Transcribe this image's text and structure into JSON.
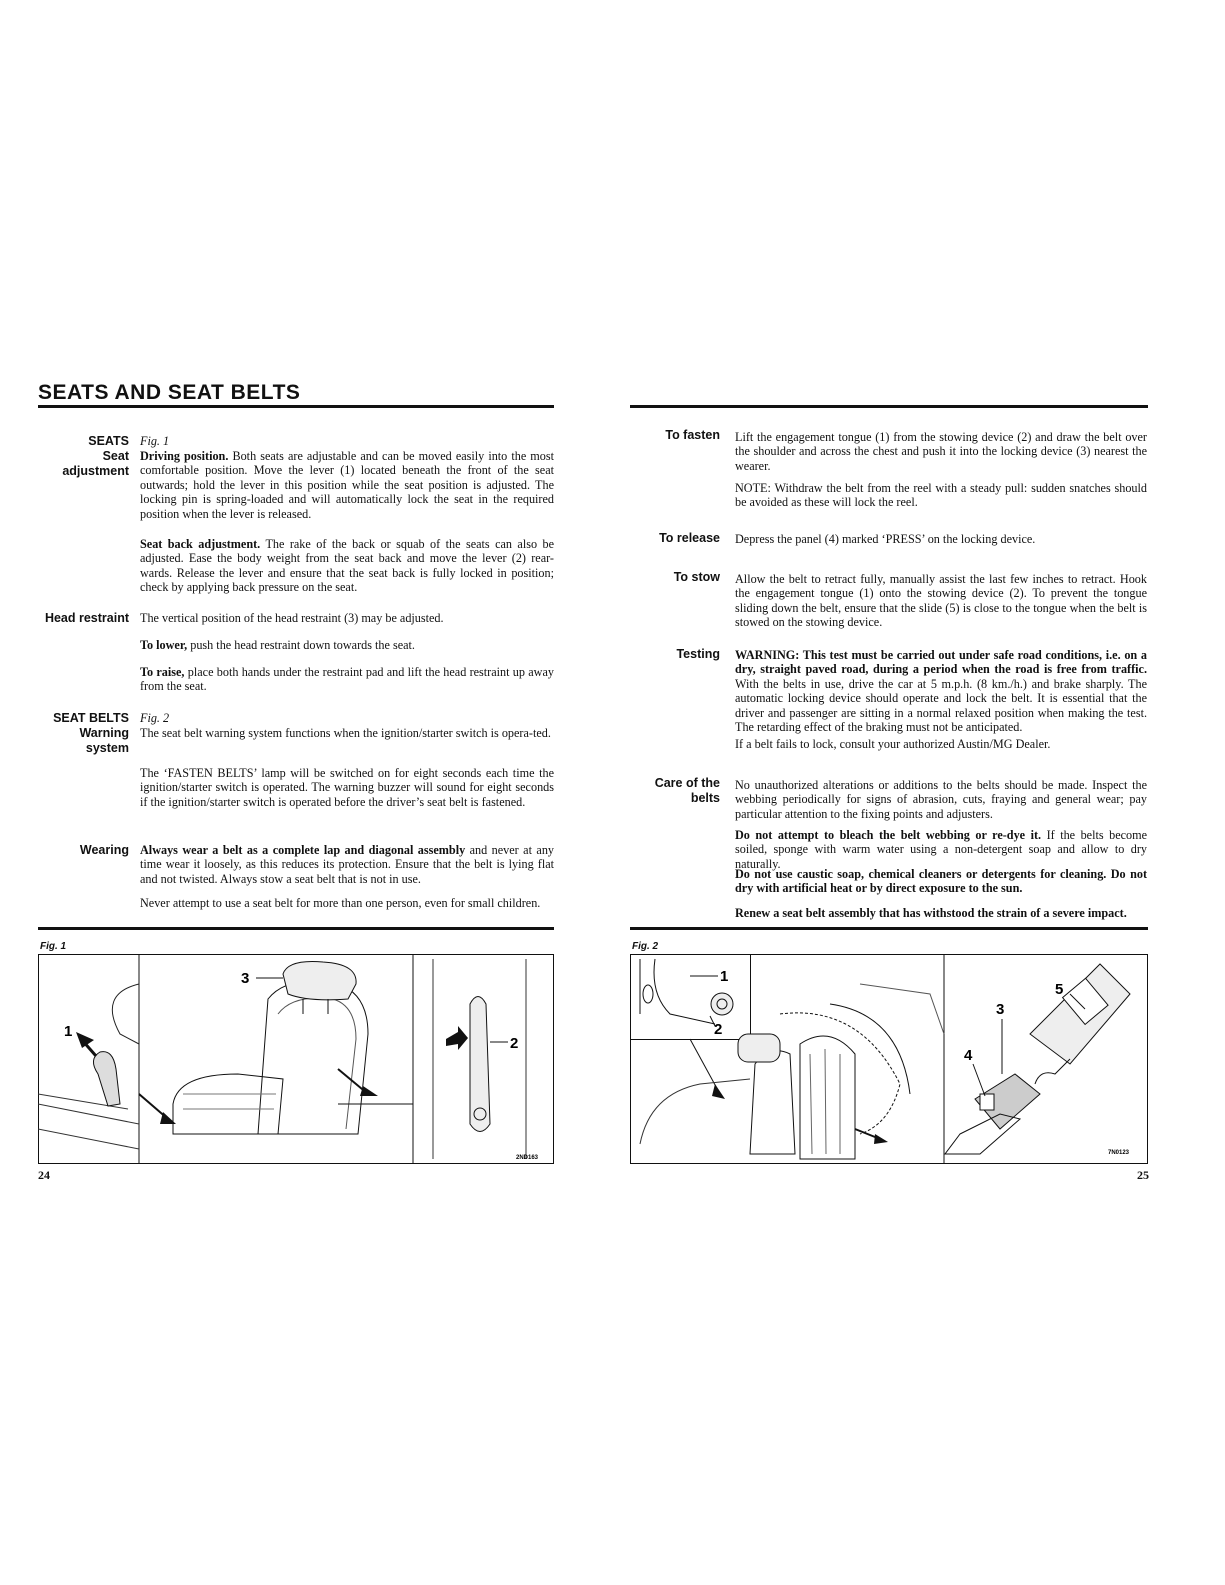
{
  "title": "SEATS AND SEAT BELTS",
  "left": {
    "seats_heading": "SEATS",
    "seats_fig": "Fig. 1",
    "seat_adjustment_side": "Seat\nadjustment",
    "driving_lead": "Driving position.",
    "driving_text": " Both seats are adjustable and can be moved easily into the most comfortable position. Move the lever (1) located beneath the front of the seat outwards; hold the lever in this position while the seat position is adjusted. The locking pin is spring-loaded and will automatically lock the seat in the required position when the lever is released.",
    "seatback_lead": "Seat back adjustment.",
    "seatback_text": " The rake of the back or squab of the seats can also be adjusted. Ease the body weight from the seat back and move the lever (2) rear-wards. Release the lever and ensure that the seat back is fully locked in position; check by applying back pressure on the seat.",
    "head_restraint_side": "Head restraint",
    "head_restraint_text": "The vertical position of the head restraint (3) may be adjusted.",
    "lower_lead": "To lower,",
    "lower_text": " push the head restraint down towards the seat.",
    "raise_lead": "To raise,",
    "raise_text": " place both hands under the restraint pad and lift the head restraint up away from the seat.",
    "belts_heading": "SEAT BELTS",
    "belts_fig": "Fig. 2",
    "warning_side": "Warning\nsystem",
    "warning_text": "The seat belt warning system functions when the ignition/starter switch is opera-ted.",
    "fasten_lamp_text": "The ‘FASTEN BELTS’ lamp will be switched on for eight seconds each time the ignition/starter switch is operated. The warning buzzer will sound for eight seconds if the ignition/starter switch is operated before the driver’s seat belt is fastened.",
    "wearing_side": "Wearing",
    "wearing_lead": "Always wear a belt as a complete lap and diagonal assembly",
    "wearing_text": " and never at any time wear it loosely, as this reduces its protection. Ensure that the belt is lying flat and not twisted. Always stow a seat belt that is not in use.",
    "never_text": "Never attempt to use a seat belt for more than one person, even for small children.",
    "figure_caption": "Fig. 1",
    "figure_labels": [
      "1",
      "2",
      "3"
    ],
    "figure_code": "2ND163",
    "page_number": "24"
  },
  "right": {
    "to_fasten_side": "To fasten",
    "to_fasten_text": "Lift the engagement tongue (1) from the stowing device (2) and draw the belt over the shoulder and across the chest and push it into the locking device (3) nearest the wearer.",
    "note_text": "NOTE: Withdraw the belt from the reel with a steady pull: sudden snatches should be avoided as these will lock the reel.",
    "to_release_side": "To release",
    "to_release_text": "Depress the panel (4) marked ‘PRESS’ on the locking device.",
    "to_stow_side": "To stow",
    "to_stow_text": "Allow the belt to retract fully, manually assist the last few inches to retract. Hook the engagement tongue (1) onto the stowing device (2). To prevent the tongue sliding down the belt, ensure that the slide (5) is close to the tongue when the belt is stowed on the stowing device.",
    "testing_side": "Testing",
    "testing_lead": "WARNING: This test must be carried out under safe road conditions, i.e. on a dry, straight paved road, during a period when the road is free from traffic.",
    "testing_text": " With the belts in use, drive the car at 5 m.p.h. (8 km./h.) and brake sharply. The automatic locking device should operate and lock the belt. It is essential that the driver and passenger are sitting in a normal relaxed position when making the test. The retarding effect of the braking must not be anticipated.",
    "consult_text": "If a belt fails to lock, consult your authorized Austin/MG Dealer.",
    "care_side": "Care of the\nbelts",
    "care_text": "No unauthorized alterations or additions to the belts should be made. Inspect the webbing periodically for signs of abrasion, cuts, fraying and general wear; pay particular attention to the fixing points and adjusters.",
    "bleach_lead": "Do not attempt to bleach the belt webbing or re-dye it.",
    "bleach_text": " If the belts become soiled, sponge with warm water using a non-detergent soap and allow to dry naturally.",
    "caustic_text": "Do not use caustic soap, chemical cleaners or detergents for cleaning. Do not dry with artificial heat or by direct exposure to the sun.",
    "renew_text": "Renew a seat belt assembly that has withstood the strain of a severe impact.",
    "figure_caption": "Fig. 2",
    "figure_labels": [
      "1",
      "2",
      "3",
      "4",
      "5"
    ],
    "figure_code": "7N0123",
    "page_number": "25"
  }
}
